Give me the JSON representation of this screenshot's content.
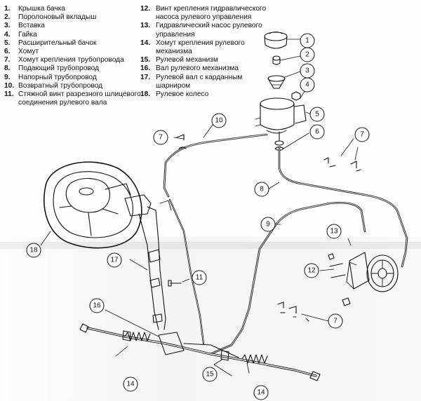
{
  "legend_left": [
    {
      "num": "1.",
      "text": "Крышка бачка"
    },
    {
      "num": "2.",
      "text": "Поролоновый вкладыш"
    },
    {
      "num": "3.",
      "text": "Вставка"
    },
    {
      "num": "4.",
      "text": "Гайка"
    },
    {
      "num": "5.",
      "text": "Расширительный бачок"
    },
    {
      "num": "6.",
      "text": "Хомут"
    },
    {
      "num": "7.",
      "text": "Хомут крепления трубопровода"
    },
    {
      "num": "8.",
      "text": "Подающий трубопровод"
    },
    {
      "num": "9.",
      "text": "Напорный трубопровод"
    },
    {
      "num": "10.",
      "text": "Возвратный трубопровод"
    },
    {
      "num": "11.",
      "text": "Стяжной винт разрезного шлицевого\nсоединения рулевого вала"
    }
  ],
  "legend_right": [
    {
      "num": "12.",
      "text": "Винт крепления гидравлического\nнасоса рулевого управления"
    },
    {
      "num": "13.",
      "text": "Гидравлический насос рулевого\nуправления"
    },
    {
      "num": "14.",
      "text": "Хомут крепления рулевого\nмеханизма"
    },
    {
      "num": "15.",
      "text": "Рулевой механизм"
    },
    {
      "num": "16.",
      "text": "Вал рулевого механизма"
    },
    {
      "num": "17.",
      "text": "Рулевой вал с карданным\nшарниром"
    },
    {
      "num": "18.",
      "text": "Рулевое колесо"
    }
  ],
  "callouts": {
    "c1": "1",
    "c2": "2",
    "c3": "3",
    "c4": "4",
    "c5": "5",
    "c6": "6",
    "c7a": "7",
    "c7b": "7",
    "c7c": "7",
    "c8": "8",
    "c9": "9",
    "c10": "10",
    "c11": "11",
    "c12": "12",
    "c13": "13",
    "c14a": "14",
    "c14b": "14",
    "c15": "15",
    "c16": "16",
    "c17": "17",
    "c18": "18"
  }
}
